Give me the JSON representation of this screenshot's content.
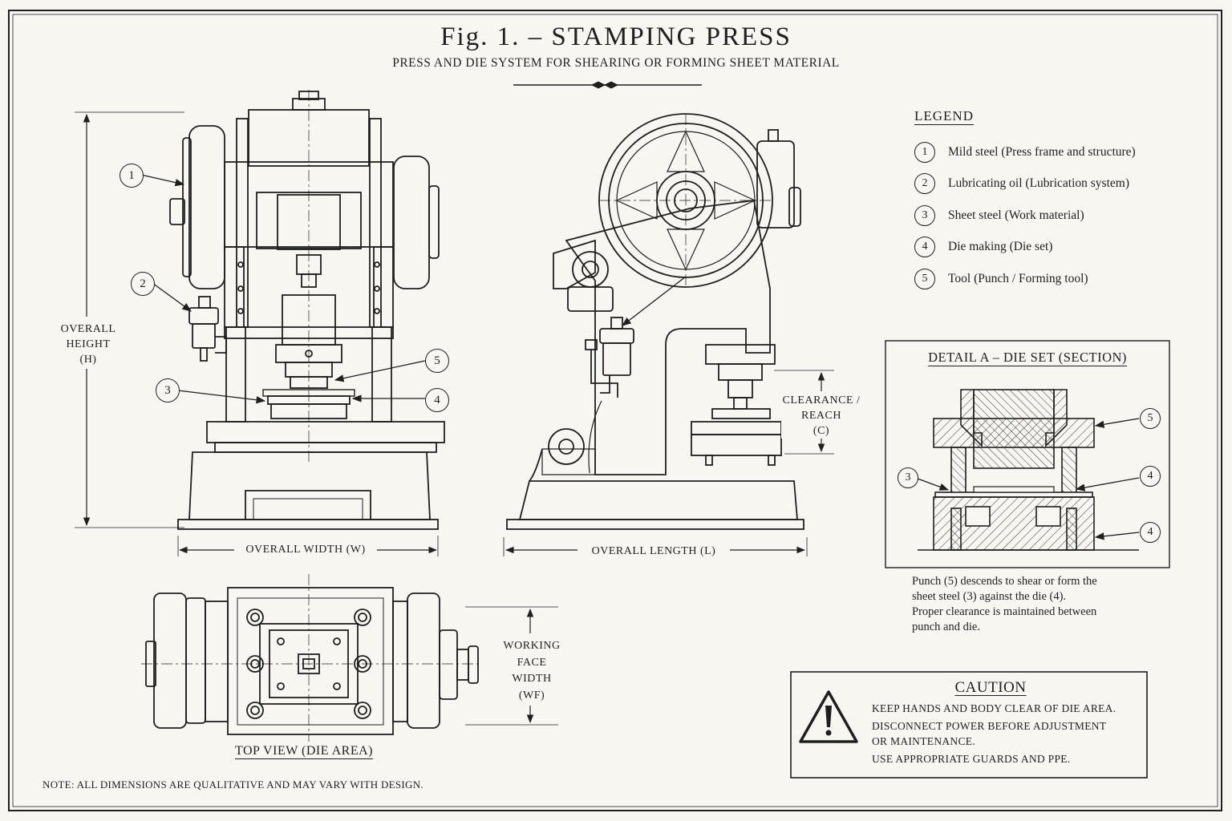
{
  "title": "Fig. 1. – STAMPING PRESS",
  "subtitle": "PRESS AND DIE SYSTEM FOR SHEARING OR FORMING SHEET MATERIAL",
  "dimensions": {
    "height_lines": [
      "OVERALL",
      "HEIGHT",
      "(H)"
    ],
    "width": "OVERALL WIDTH (W)",
    "length": "OVERALL LENGTH (L)",
    "clearance_lines": [
      "CLEARANCE /",
      "REACH",
      "(C)"
    ],
    "working_face_lines": [
      "WORKING",
      "FACE",
      "WIDTH",
      "(WF)"
    ]
  },
  "legend": {
    "heading": "LEGEND",
    "items": [
      {
        "num": "1",
        "label": "Mild steel  (Press frame and structure)"
      },
      {
        "num": "2",
        "label": "Lubricating oil  (Lubrication system)"
      },
      {
        "num": "3",
        "label": "Sheet steel  (Work material)"
      },
      {
        "num": "4",
        "label": "Die making  (Die set)"
      },
      {
        "num": "5",
        "label": "Tool  (Punch / Forming tool)"
      }
    ]
  },
  "callouts": {
    "front": [
      "1",
      "2",
      "3",
      "4",
      "5"
    ],
    "detail": [
      "5",
      "3",
      "4",
      "4"
    ]
  },
  "detail": {
    "title": "DETAIL A – DIE SET (SECTION)",
    "description_lines": [
      "Punch (5) descends to shear or form the",
      "sheet steel (3) against the die (4).",
      "Proper clearance is maintained between",
      "punch and die."
    ]
  },
  "top_view_label": "TOP VIEW (DIE AREA)",
  "caution": {
    "title": "CAUTION",
    "lines": [
      "KEEP HANDS AND BODY CLEAR OF DIE AREA.",
      "DISCONNECT POWER BEFORE ADJUSTMENT",
      "OR MAINTENANCE.",
      "USE APPROPRIATE GUARDS AND PPE."
    ]
  },
  "note": "NOTE:  ALL DIMENSIONS ARE QUALITATIVE AND MAY VARY WITH DESIGN.",
  "colors": {
    "paper": "#f7f6f1",
    "ink": "#1f1f1f"
  },
  "icons": [
    "warning-triangle-icon"
  ]
}
